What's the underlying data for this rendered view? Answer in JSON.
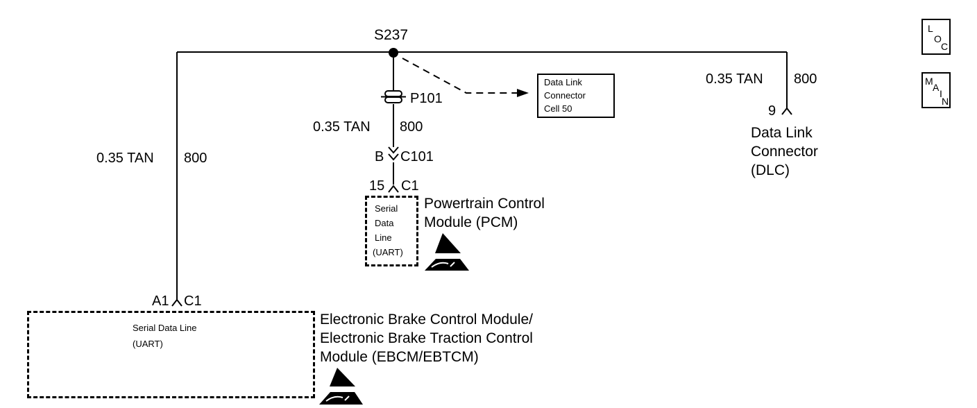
{
  "splice": {
    "label": "S237"
  },
  "wires": {
    "left": {
      "gauge": "0.35 TAN",
      "circuit": "800"
    },
    "center": {
      "gauge": "0.35 TAN",
      "circuit": "800"
    },
    "right": {
      "gauge": "0.35 TAN",
      "circuit": "800"
    }
  },
  "connectors": {
    "p101": "P101",
    "c101_pin": "B",
    "c101": "C101",
    "pcm_pin": "15",
    "pcm_conn": "C1",
    "dlc_pin": "9",
    "ebcm_pin": "A1",
    "ebcm_conn": "C1"
  },
  "reference_box": {
    "lines": [
      "Data Link",
      "Connector",
      "Cell 50"
    ]
  },
  "dlc": {
    "lines": [
      "Data Link",
      "Connector",
      "(DLC)"
    ]
  },
  "pcm": {
    "internal": [
      "Serial",
      "Data",
      "Line",
      "(UART)"
    ],
    "lines": [
      "Powertrain Control",
      "Module (PCM)"
    ]
  },
  "ebcm": {
    "internal": [
      "Serial Data Line",
      "(UART)"
    ],
    "lines": [
      "Electronic Brake Control Module/",
      "Electronic Brake Traction Control",
      "Module (EBCM/EBTCM)"
    ]
  },
  "nav": {
    "loc": {
      "l1": "L",
      "l2": "O",
      "l3": "C"
    },
    "main": {
      "l1": "M",
      "l2": "A",
      "l3": "I",
      "l4": "N"
    }
  }
}
